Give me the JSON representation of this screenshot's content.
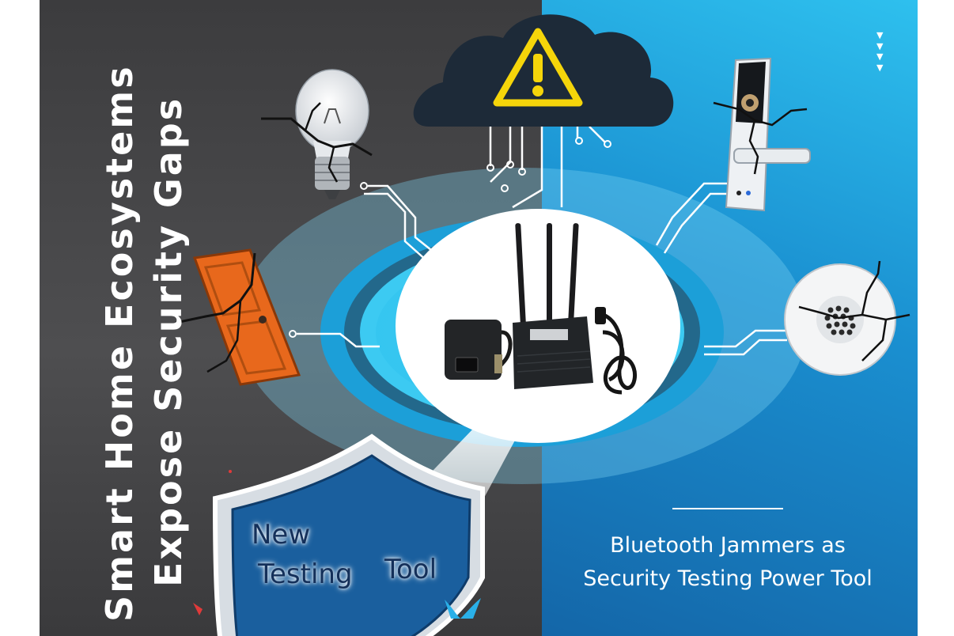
{
  "title": {
    "line1": "Smart Home Ecosystems",
    "line2": "Expose Security Gaps"
  },
  "shield": {
    "word1": "New",
    "word2": "Testing",
    "word3": "Tool"
  },
  "caption": {
    "line1": "Bluetooth Jammers as",
    "line2": "Security Testing Power Tool"
  },
  "icons": {
    "warning": "warning-icon",
    "bulb": "light-bulb-icon",
    "door": "door-icon",
    "lock": "smart-lock-icon",
    "sensor": "smoke-detector-icon",
    "device": "jammer-device-icon",
    "shield": "shield-icon",
    "logo": "brand-logo-icon"
  },
  "colors": {
    "left_bg": "#3c3c3e",
    "right_bg": "#1a8fd0",
    "warning": "#f5d50a",
    "door": "#e8681c",
    "shield": "#1a5f9e"
  }
}
